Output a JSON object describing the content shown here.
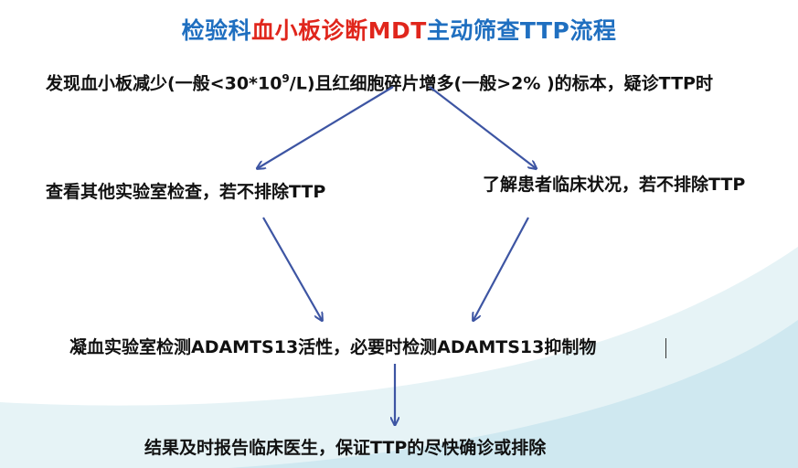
{
  "title": {
    "prefix": "检验科",
    "highlight": "血小板诊断MDT",
    "suffix": "主动筛查TTP流程"
  },
  "nodes": {
    "start": {
      "text_before_sup": "发现血小板减少(一般<30*10",
      "sup": "9",
      "text_after_sup": "/L)且红细胞碎片增多(一般>2% )的标本，疑诊TTP时"
    },
    "left_branch": "查看其他实验室检查，若不排除TTP",
    "right_branch": "了解患者临床状况，若不排除TTP",
    "lab_test": "凝血实验室检测ADAMTS13活性，必要时检测ADAMTS13抑制物",
    "result": "结果及时报告临床医生，保证TTP的尽快确诊或排除"
  },
  "colors": {
    "title_blue": "#1f6fc0",
    "title_red": "#e0261c",
    "arrow": "#3d55a3",
    "wave_light": "#cfe8f0",
    "wave_lighter": "#e6f3f6"
  }
}
